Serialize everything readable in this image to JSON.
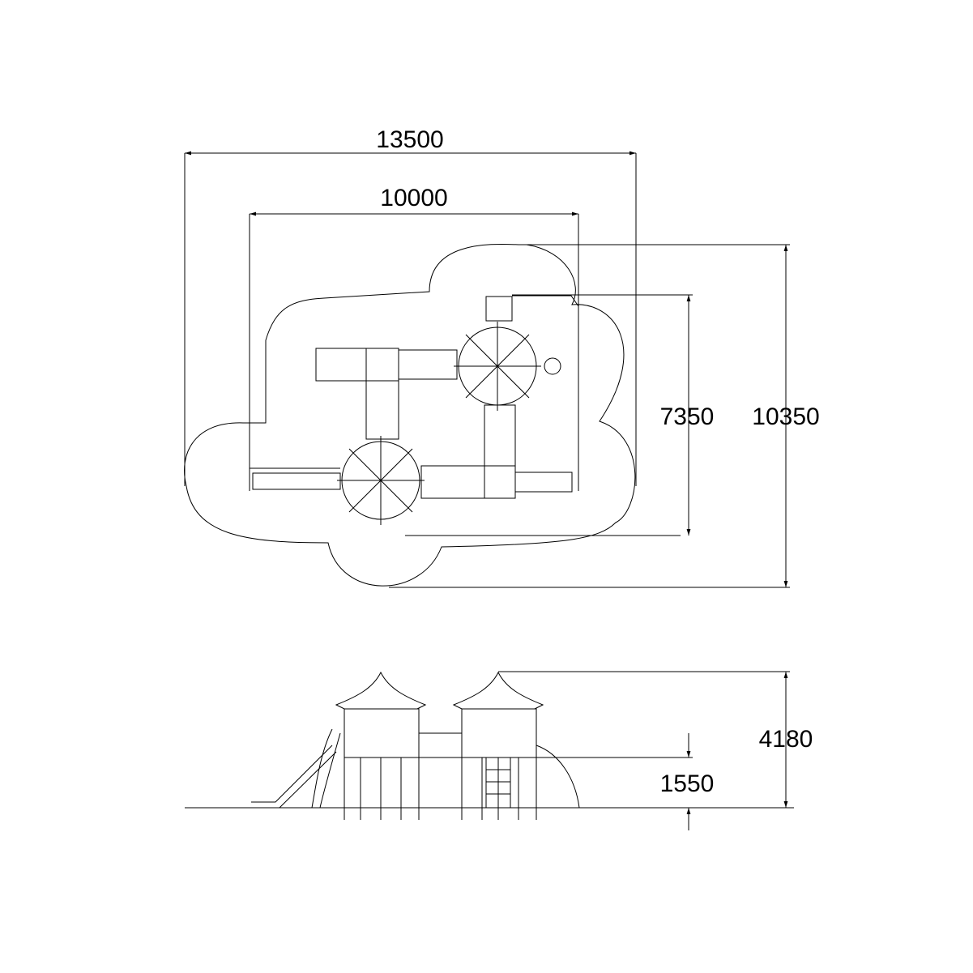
{
  "plan_view": {
    "dimensions": {
      "overall_width": "13500",
      "equipment_width": "10000",
      "equipment_depth": "7350",
      "overall_depth": "10350"
    }
  },
  "elevation_view": {
    "dimensions": {
      "total_height": "4180",
      "platform_height": "1550"
    }
  }
}
